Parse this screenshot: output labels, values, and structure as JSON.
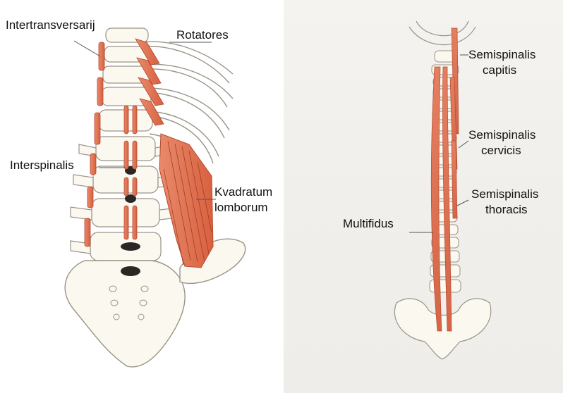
{
  "left_figure": {
    "labels": {
      "intertransversarii": "Intertransversarij",
      "rotatores": "Rotatores",
      "interspinalis": "Interspinalis",
      "quadratus_line1": "Kvadratum",
      "quadratus_line2": "lomborum"
    }
  },
  "right_figure": {
    "labels": {
      "semispinalis_capitis_1": "Semispinalis",
      "semispinalis_capitis_2": "capitis",
      "semispinalis_cervicis_1": "Semispinalis",
      "semispinalis_cervicis_2": "cervicis",
      "semispinalis_thoracis_1": "Semispinalis",
      "semispinalis_thoracis_2": "thoracis",
      "multifidus": "Multifidus"
    }
  },
  "colors": {
    "muscle": "#e0755a",
    "muscle_dark": "#c9563e",
    "bone": "#fbf8f0",
    "bone_outline": "#9a9486",
    "leader_line": "#555555"
  }
}
